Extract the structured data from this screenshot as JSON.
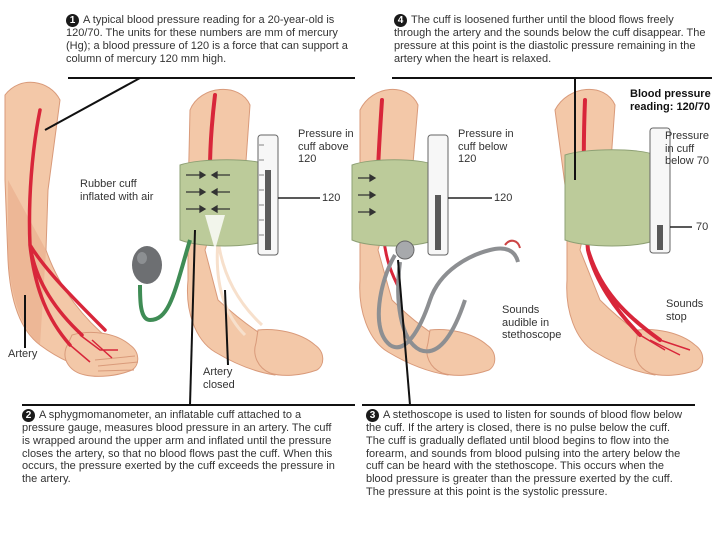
{
  "steps": [
    {
      "number": "1",
      "text": "A typical blood pressure reading for a 20-year-old is 120/70. The units for these numbers are mm of mercury (Hg); a blood pressure of 120 is a force that can support a column of mercury 120 mm high."
    },
    {
      "number": "2",
      "text": "A sphygmomanometer, an inflatable cuff attached to a pressure gauge, measures blood pressure in an artery. The cuff is wrapped around the upper arm and inflated until the pressure closes the artery, so that no blood flows past the cuff. When this occurs, the pressure exerted by the cuff exceeds the pressure in the artery."
    },
    {
      "number": "3",
      "text": "A stethoscope is used to listen for sounds of blood flow below the cuff. If the artery is closed, there is no pulse below the cuff. The cuff is gradually deflated until blood begins to flow into the forearm, and sounds from blood pulsing into the artery below the cuff can be heard with the stethoscope. This occurs when the blood pressure is greater than the pressure exerted by the cuff. The pressure at this point is the systolic pressure."
    },
    {
      "number": "4",
      "text": "The cuff is loosened further until the blood flows freely through the artery and the sounds below the cuff disappear. The pressure at this point is the diastolic pressure remaining in the artery when the heart is relaxed."
    }
  ],
  "labels": {
    "rubber_cuff": "Rubber cuff inflated with air",
    "artery_left": "Artery",
    "artery_closed": "Artery closed",
    "pressure_above_1": "Pressure in cuff above 120",
    "pressure_above_2": "Pressure in cuff below 120",
    "pressure_below_70": "Pressure in cuff below 70",
    "gauge_120_a": "120",
    "gauge_120_b": "120",
    "gauge_70": "70",
    "sounds_audible": "Sounds audible in stethoscope",
    "sounds_stop": "Sounds stop",
    "bp_reading": "Blood pressure reading: 120/70"
  },
  "colors": {
    "skin": "#f3c8a8",
    "skin_shade": "#e7a583",
    "artery": "#d8263a",
    "cuff": "#bccb9a",
    "bulb": "#6d6f72",
    "tube": "#3f8c55",
    "stethoscope": "#8d8f92",
    "mercury": "#5a5a5a"
  }
}
